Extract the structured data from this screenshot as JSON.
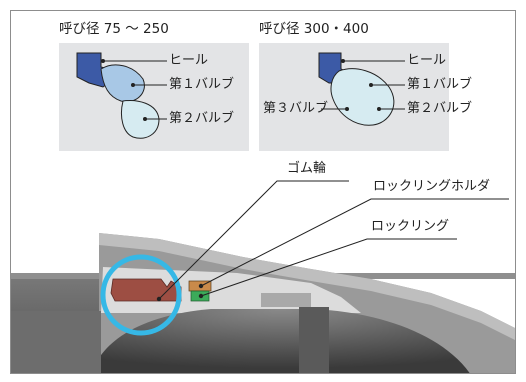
{
  "inset_small": {
    "title": "呼び径 75 ～ 250",
    "labels": {
      "heel": "ヒール",
      "bulb1": "第１バルブ",
      "bulb2": "第２バルブ"
    }
  },
  "inset_large": {
    "title": "呼び径 300・400",
    "labels": {
      "heel": "ヒール",
      "bulb1": "第１バルブ",
      "bulb2": "第２バルブ",
      "bulb3": "第３バルブ"
    }
  },
  "main": {
    "labels": {
      "gasket": "ゴム輪",
      "lock_ring_holder": "ロックリングホルダ",
      "lock_ring": "ロックリング"
    }
  },
  "colors": {
    "inset_bg": "#e3e4e6",
    "heel": "#3c5aa6",
    "bulb1": "#a8c8e6",
    "bulb2": "#d6ebf1",
    "bulb_outline": "#333333",
    "pipe": "#6a6a6a",
    "gasket": "#9d4e43",
    "holder": "#c98a4a",
    "lock_ring": "#3cab5a",
    "highlight": "#36b8e6"
  }
}
